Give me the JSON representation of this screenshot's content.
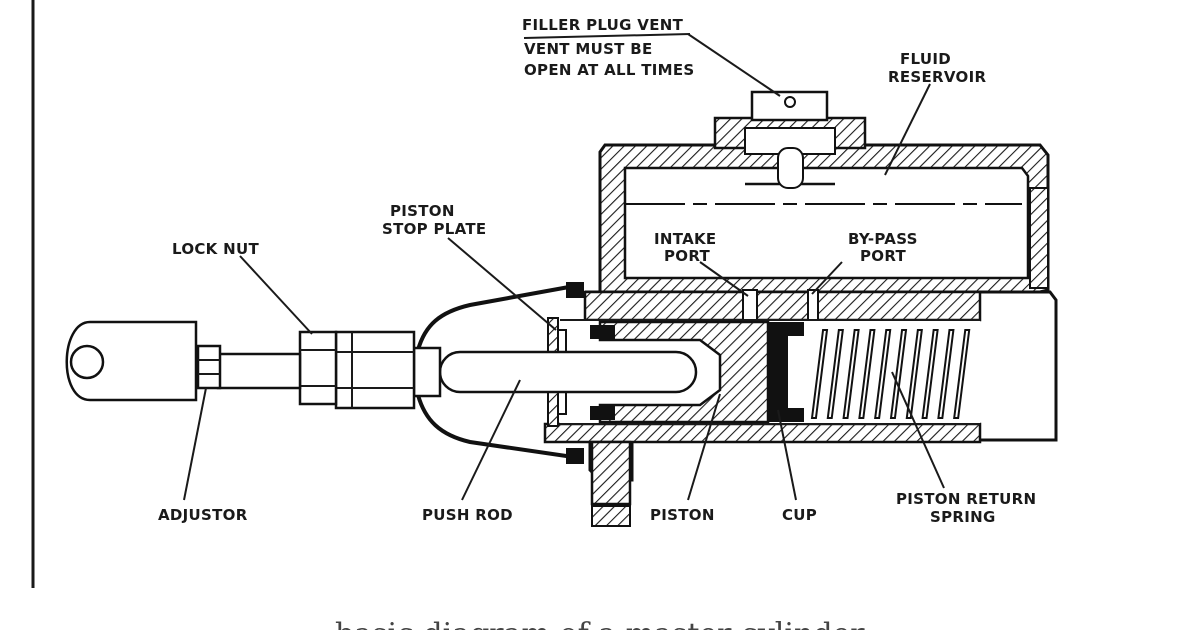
{
  "figure": {
    "title": "",
    "labels": {
      "filler_plug_vent": "FILLER PLUG VENT",
      "vent_note_1": "VENT MUST BE",
      "vent_note_2": "OPEN AT ALL TIMES",
      "fluid_reservoir_1": "FLUID",
      "fluid_reservoir_2": "RESERVOIR",
      "piston_stop_plate_1": "PISTON",
      "piston_stop_plate_2": "STOP PLATE",
      "lock_nut": "LOCK NUT",
      "intake_port_1": "INTAKE",
      "intake_port_2": "PORT",
      "bypass_port_1": "BY-PASS",
      "bypass_port_2": "PORT",
      "adjustor": "ADJUSTOR",
      "push_rod": "PUSH ROD",
      "piston": "PISTON",
      "cup": "CUP",
      "return_spring_1": "PISTON RETURN",
      "return_spring_2": "SPRING"
    },
    "caption": "basic diagram of a master cylinder"
  }
}
